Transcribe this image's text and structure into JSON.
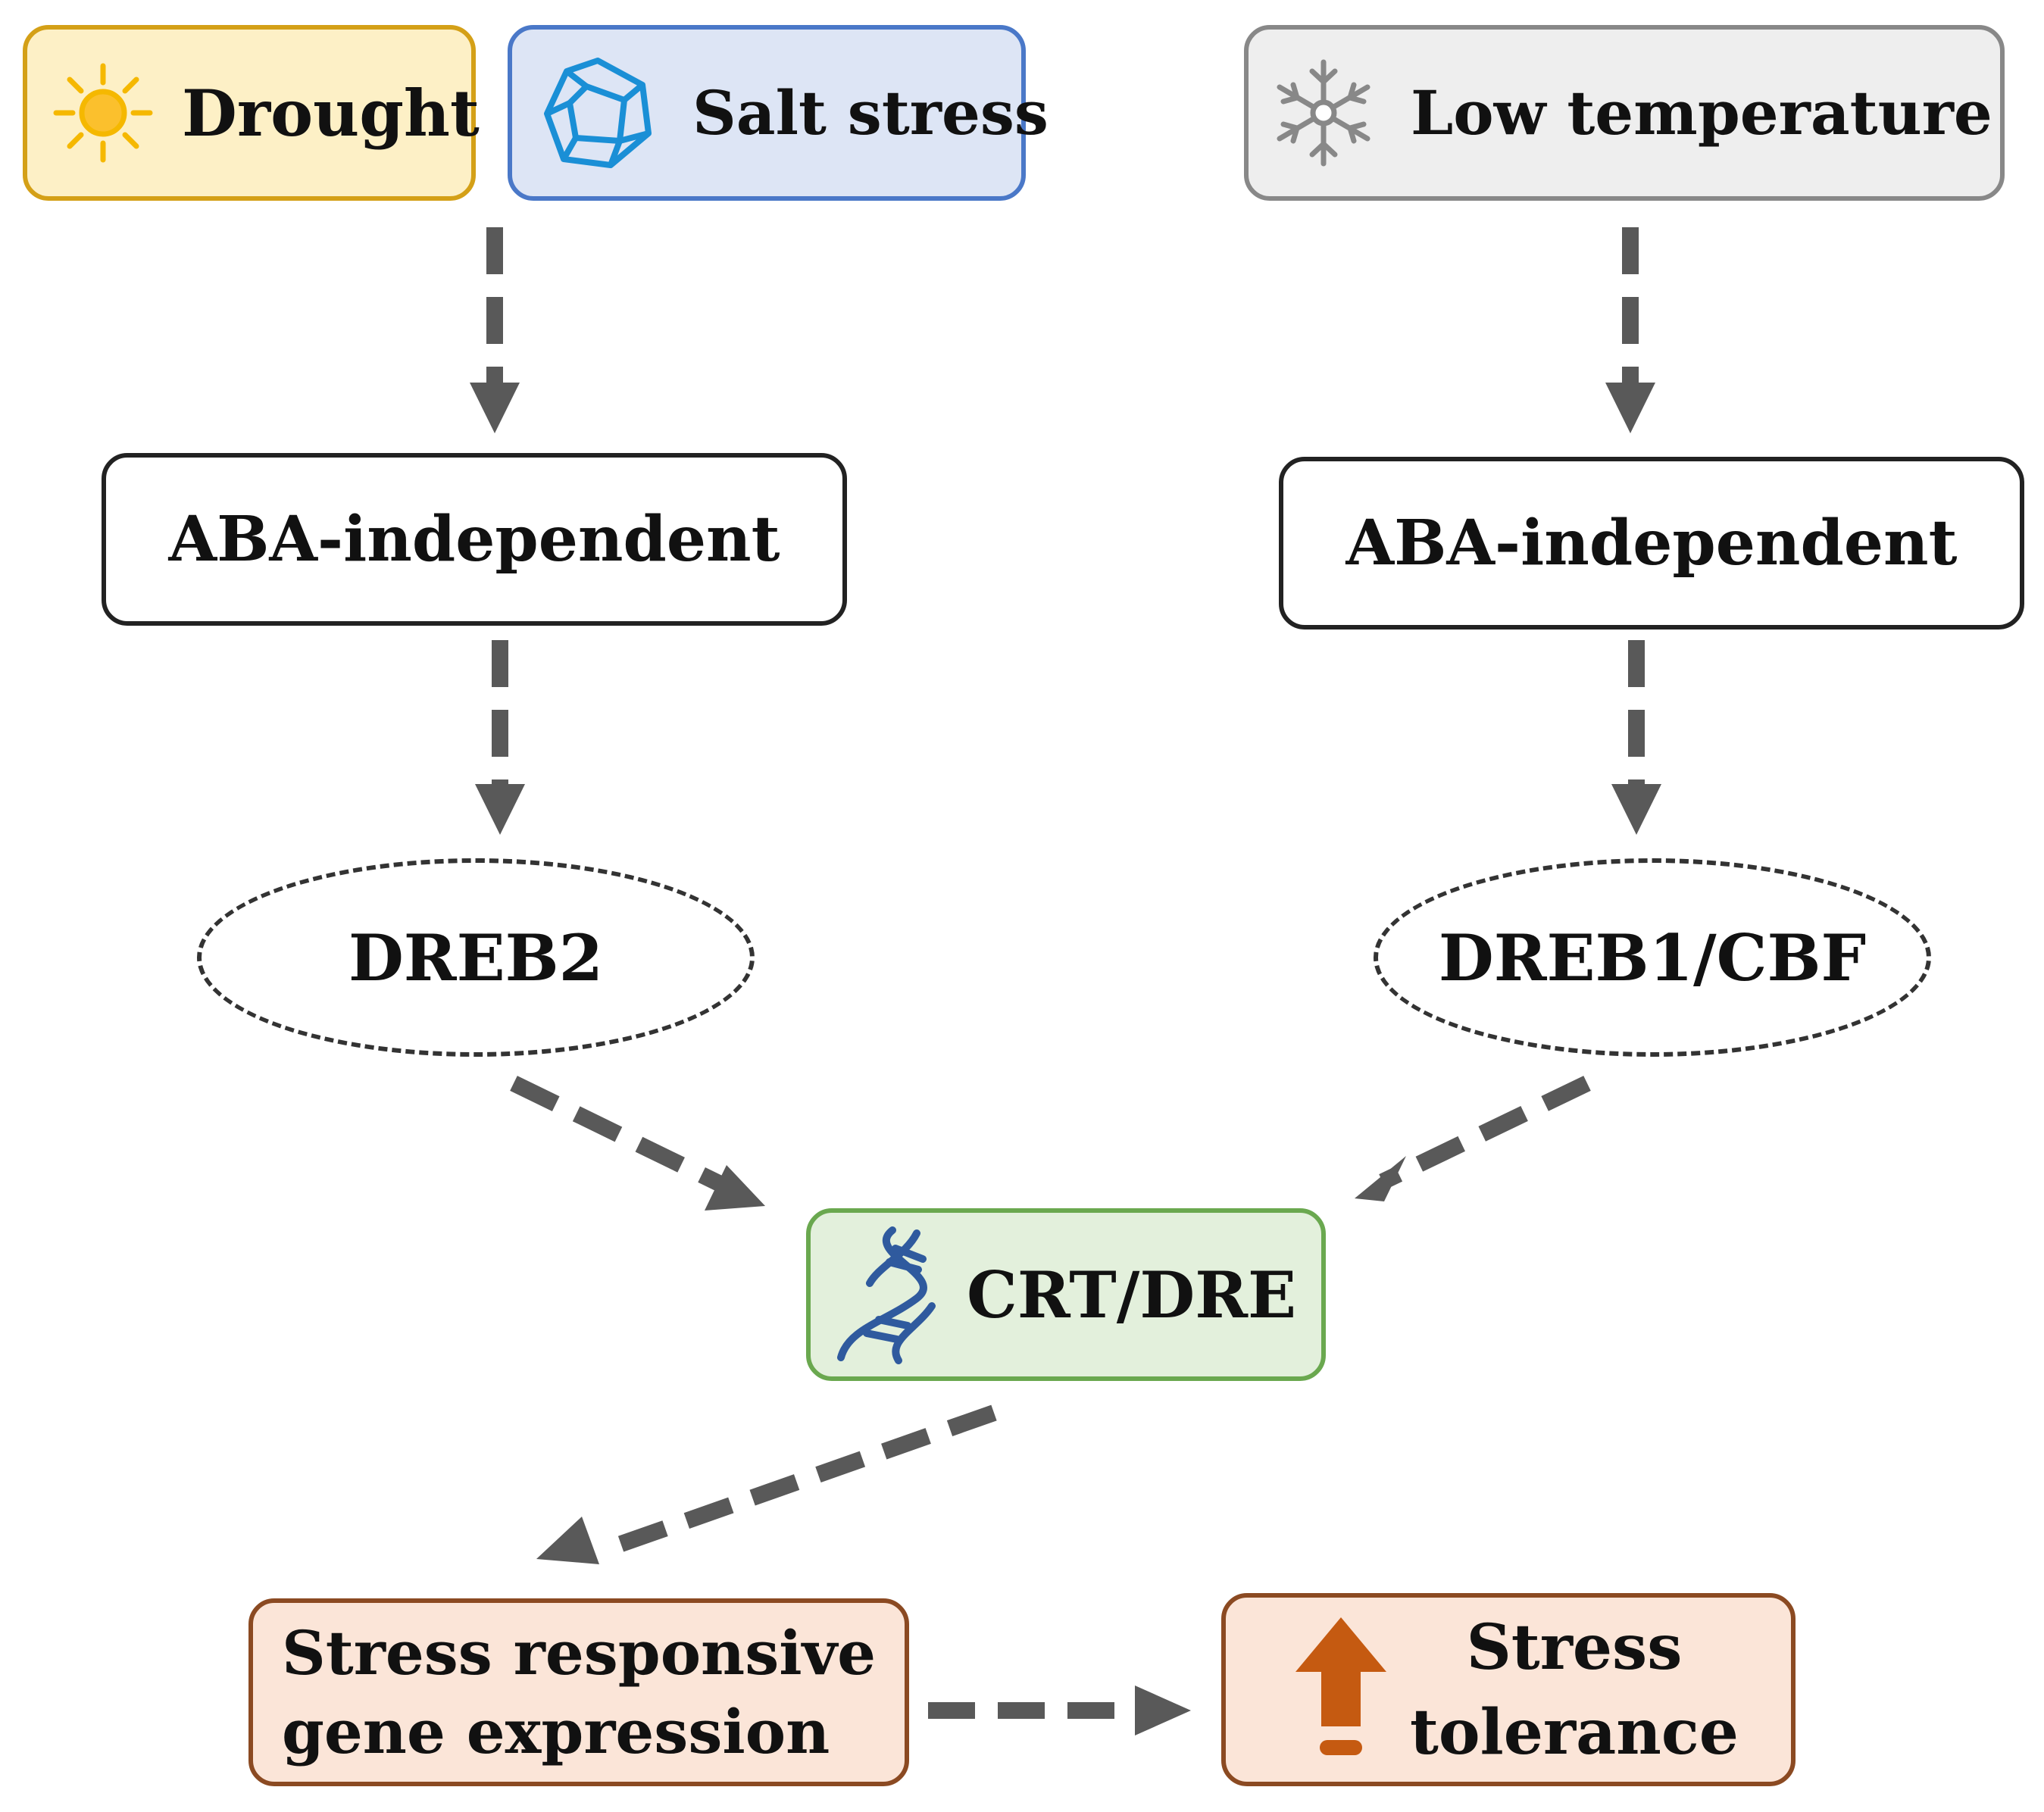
{
  "stresses": {
    "drought": {
      "label": "Drought",
      "icon": "sun-icon",
      "fill": "#fdf0c6",
      "border": "#d4a017"
    },
    "salt": {
      "label": "Salt stress",
      "icon": "crystal-icon",
      "fill": "#dde5f5",
      "border": "#4a78c8"
    },
    "cold": {
      "label": "Low temperature",
      "icon": "snowflake-icon",
      "fill": "#eeeeee",
      "border": "#888888"
    }
  },
  "pathways": {
    "left": {
      "label": "ABA-independent"
    },
    "right": {
      "label": "ABA-independent"
    }
  },
  "transcription_factors": {
    "left": {
      "label": "DREB2"
    },
    "right": {
      "label": "DREB1/CBF"
    }
  },
  "element": {
    "label": "CRT/DRE",
    "icon": "dna-icon",
    "fill": "#e3f0dc",
    "border": "#6aa84f"
  },
  "outcomes": {
    "expression": {
      "line1": "Stress responsive",
      "line2": "gene expression",
      "fill": "#fbe5d8",
      "border": "#8b4a22"
    },
    "tolerance": {
      "line1": "Stress",
      "line2": "tolerance",
      "icon": "up-arrow-icon",
      "fill": "#fbe5d8",
      "border": "#8b4a22"
    }
  },
  "colors": {
    "arrow": "#595959",
    "dna": "#2f5a9e",
    "up_arrow": "#c55a11",
    "sun": "#f5b800",
    "crystal": "#1a8fd6",
    "snowflake": "#888888"
  }
}
